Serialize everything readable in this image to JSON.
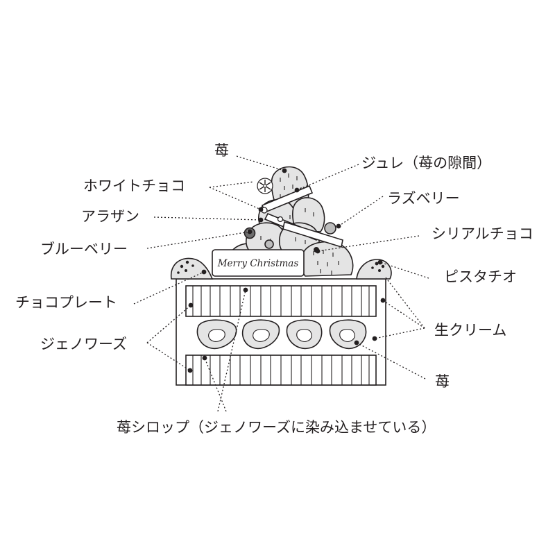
{
  "plate_text": "Merry Christmas",
  "colors": {
    "ink": "#231f20",
    "fill_light": "#e4e4e4",
    "fill_mid": "#bdbdbd",
    "fill_dark": "#6d6d6d",
    "background": "#ffffff"
  },
  "labels": {
    "strawberry_top": "苺",
    "jelly": "ジュレ（苺の隙間）",
    "white_chocolate": "ホワイトチョコ",
    "raspberry": "ラズベリー",
    "argent": "アラザン",
    "cereal_chocolate": "シリアルチョコ",
    "blueberry": "ブルーベリー",
    "pistachio": "ピスタチオ",
    "chocolate_plate": "チョコプレート",
    "fresh_cream": "生クリーム",
    "genoise": "ジェノワーズ",
    "strawberry_inner": "苺",
    "syrup": "苺シロップ（ジェノワーズに染み込ませている）"
  }
}
